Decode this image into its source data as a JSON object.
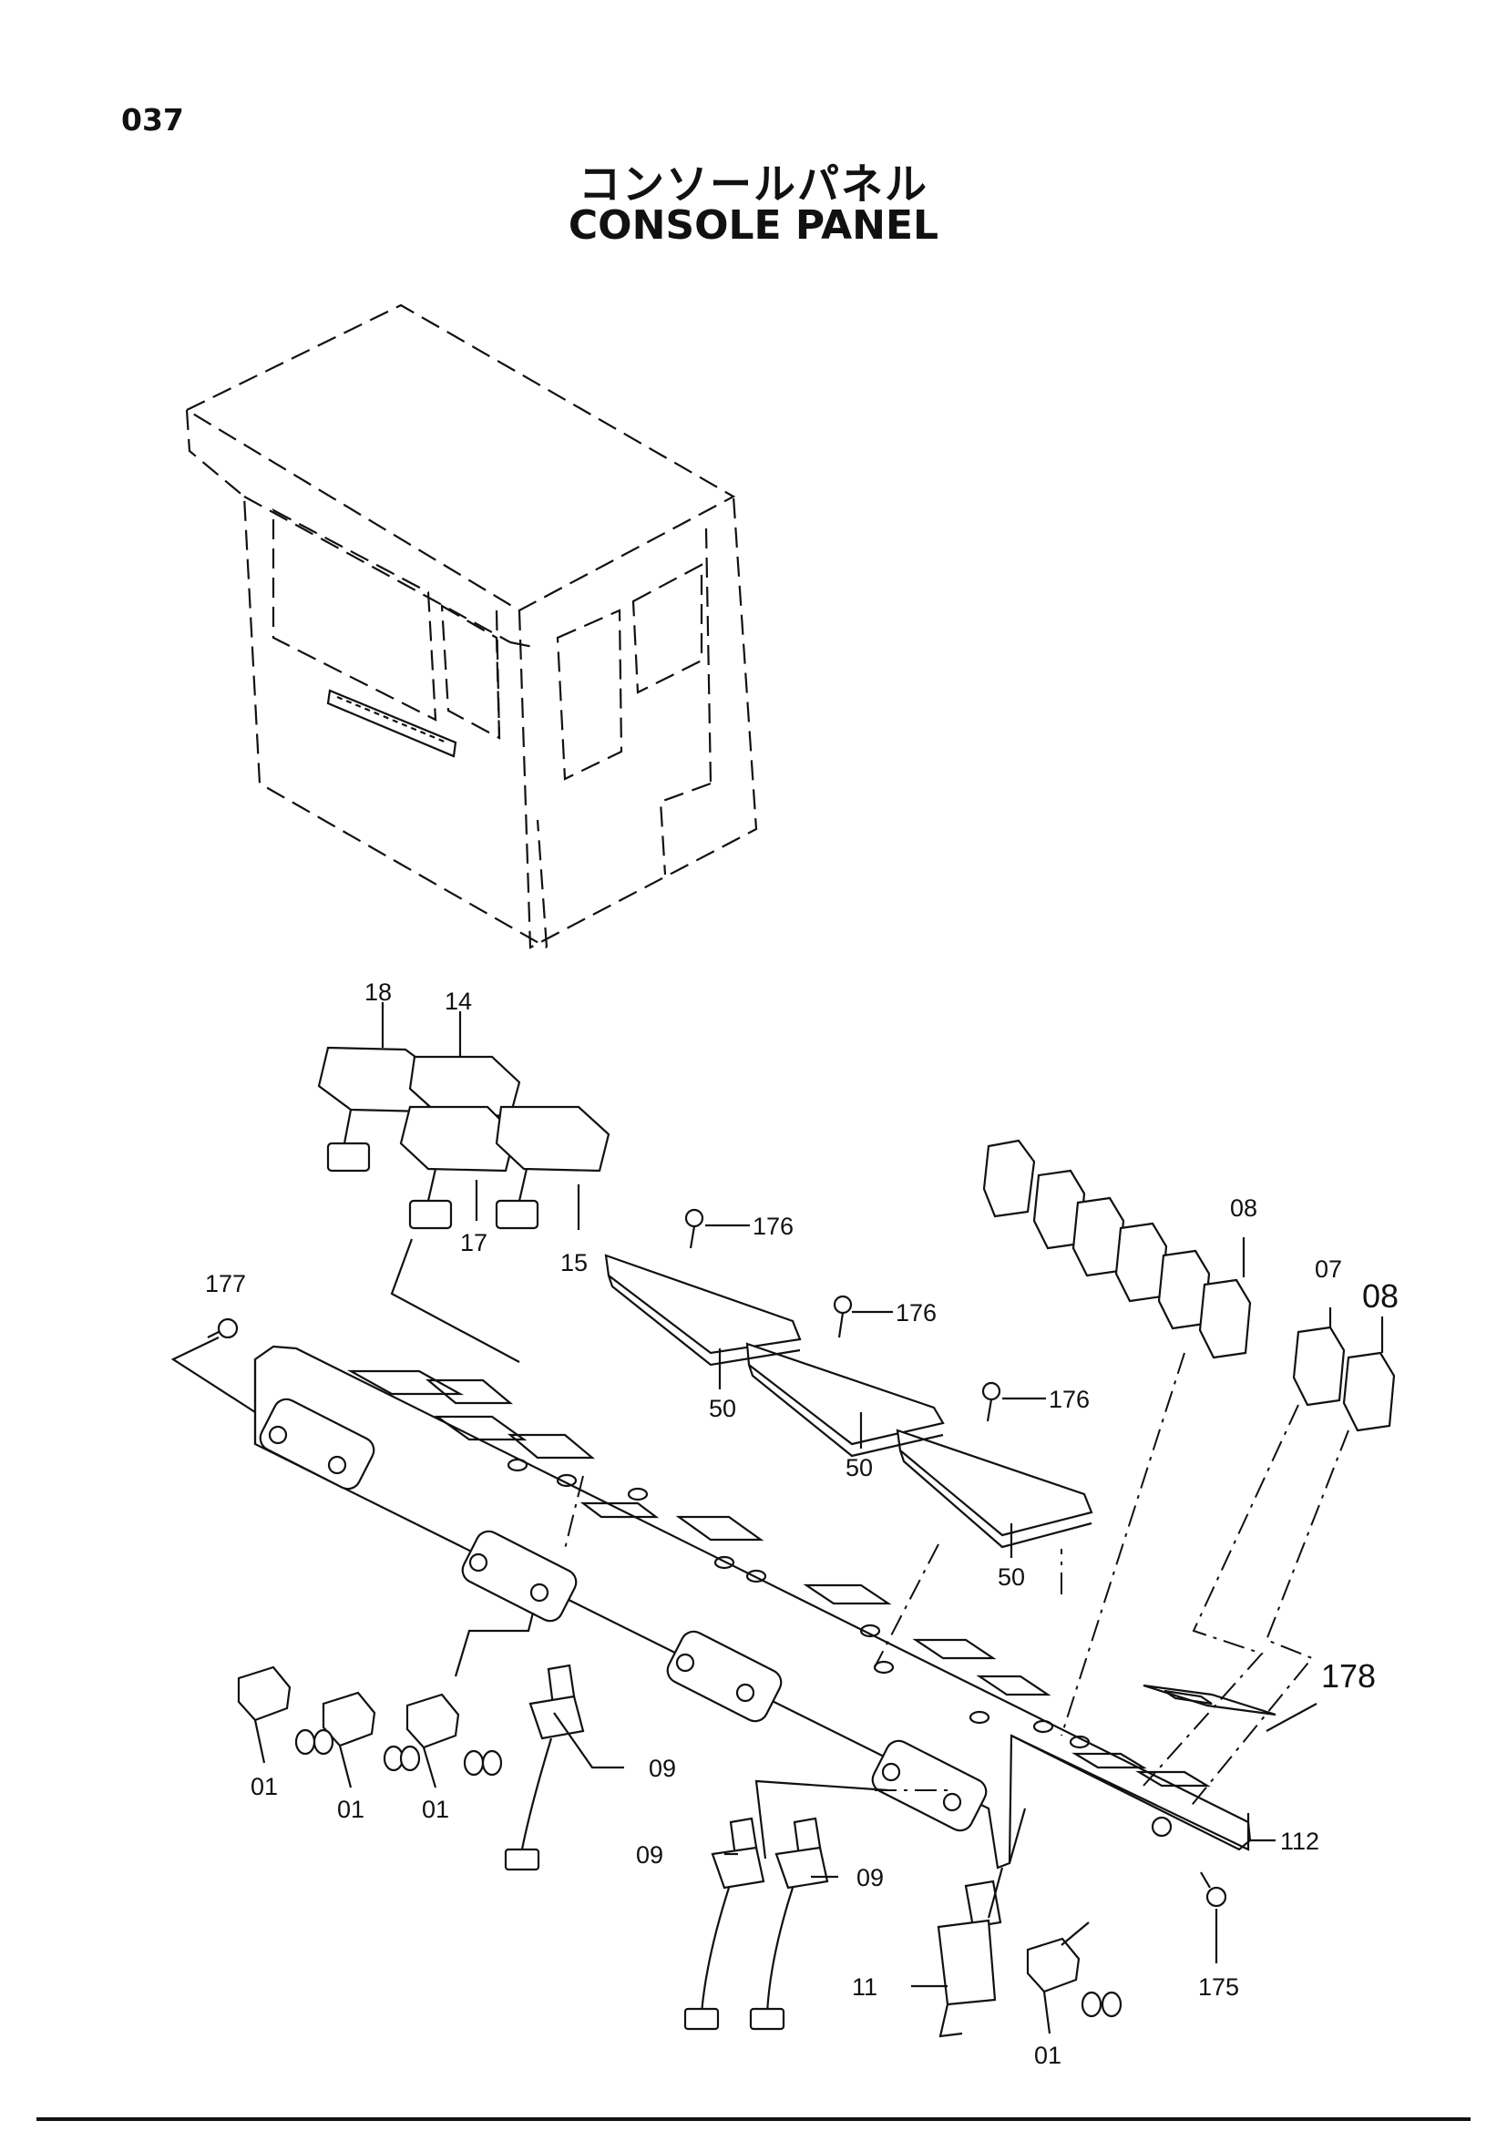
{
  "page_number": "037",
  "title_jp": "コンソールパネル",
  "title_en": "CONSOLE PANEL",
  "callouts": {
    "c18": "18",
    "c14": "14",
    "c17": "17",
    "c15": "15",
    "c177": "177",
    "c176a": "176",
    "c176b": "176",
    "c176c": "176",
    "c50a": "50",
    "c50b": "50",
    "c50c": "50",
    "c08a": "08",
    "c07": "07",
    "c08b": "08",
    "c178": "178",
    "c112": "112",
    "c175": "175",
    "c01a": "01",
    "c01b": "01",
    "c01c": "01",
    "c01d": "01",
    "c09a": "09",
    "c09b": "09",
    "c09c": "09",
    "c11": "11"
  }
}
